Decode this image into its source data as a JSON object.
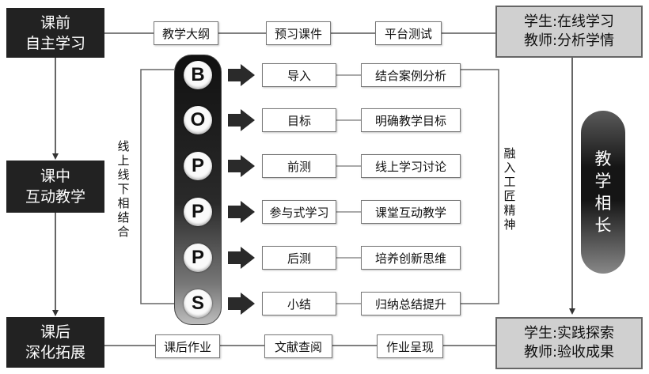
{
  "phases": {
    "pre": [
      "课前",
      "自主学习"
    ],
    "mid": [
      "课中",
      "互动教学"
    ],
    "post": [
      "课后",
      "深化拓展"
    ]
  },
  "top_steps": [
    "教学大纲",
    "预习课件",
    "平台测试"
  ],
  "bottom_steps": [
    "课后作业",
    "文献查阅",
    "作业呈现"
  ],
  "top_right": [
    "学生:在线学习",
    "教师:分析学情"
  ],
  "bottom_right": [
    "学生:实践探索",
    "教师:验收成果"
  ],
  "left_note": "线上线下相结合",
  "right_note": "融入工匠精神",
  "right_pillar": "教学相长",
  "bopps": [
    {
      "letter": "B",
      "stage": "导入",
      "activity": "结合案例分析"
    },
    {
      "letter": "O",
      "stage": "目标",
      "activity": "明确教学目标"
    },
    {
      "letter": "P",
      "stage": "前测",
      "activity": "线上学习讨论"
    },
    {
      "letter": "P",
      "stage": "参与式学习",
      "activity": "课堂互动教学"
    },
    {
      "letter": "P",
      "stage": "后测",
      "activity": "培养创新思维"
    },
    {
      "letter": "S",
      "stage": "小结",
      "activity": "归纳总结提升"
    }
  ]
}
